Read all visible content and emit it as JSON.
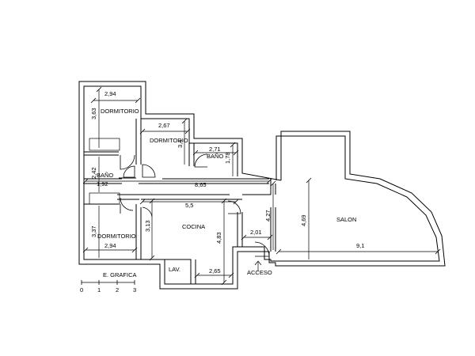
{
  "rooms": {
    "dormitorio_1": "DORMITORIO",
    "dormitorio_2": "DORMITORIO",
    "dormitorio_3": "DORMITORIO",
    "bano_1": "BAÑO",
    "bano_2": "BAÑO",
    "cocina": "COCINA",
    "salon": "SALON",
    "lavadero": "LAV."
  },
  "dimensions": {
    "dorm1_width": "2,94",
    "dorm1_height": "3,63",
    "dorm2_width": "2,67",
    "dorm2_height": "3,4",
    "bano1_width": "2,71",
    "bano1_height": "1,78",
    "hall_length": "8,65",
    "bano2_height": "2,42",
    "bano2_width": "1,92",
    "cocina_width": "5,5",
    "cocina_height_left": "3,13",
    "cocina_height_right": "4,83",
    "cocina_bottom": "2,65",
    "dorm3_height": "3,37",
    "dorm3_width": "2,94",
    "acceso_height": "4,27",
    "acceso_width": "2,01",
    "salon_height": "4,69",
    "salon_width": "9,1"
  },
  "labels": {
    "acceso": "ACCESO"
  },
  "scale": {
    "title": "E. GRAFICA",
    "ticks": [
      "0",
      "1",
      "2",
      "3"
    ]
  }
}
